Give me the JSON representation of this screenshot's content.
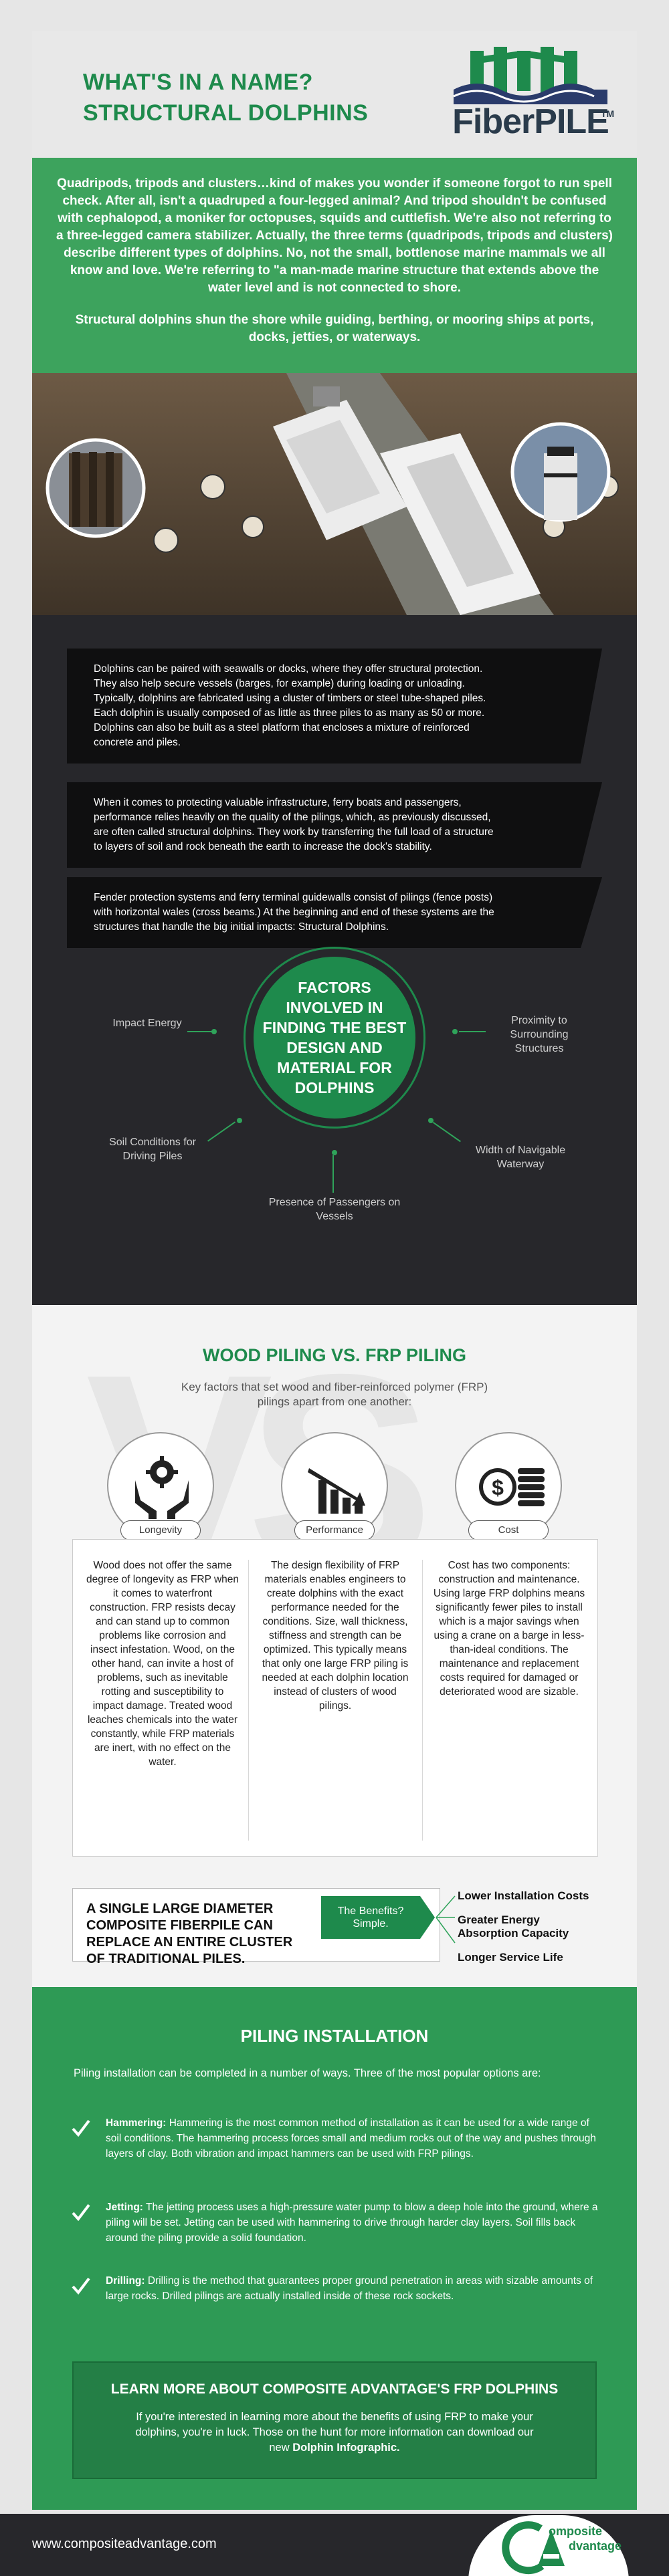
{
  "header": {
    "title_line1": "WHAT'S IN A NAME?",
    "title_line2": "STRUCTURAL DOLPHINS",
    "logo_text": "FiberPILE",
    "logo_tm": "TM"
  },
  "intro": {
    "p1": "Quadripods, tripods and clusters…kind of makes you wonder if someone forgot to run spell check. After all, isn't a quadruped a four-legged animal? And tripod shouldn't be confused with cephalopod, a moniker for octopuses, squids and cuttlefish. We're also not referring to a three-legged camera stabilizer. Actually, the three terms (quadripods, tripods and clusters) describe different types of dolphins. No, not the small, bottlenose marine mammals we all know and love. We're referring to \"a man-made marine structure that extends above the water level and is not connected to shore.",
    "p2": "Structural dolphins shun the shore while guiding, berthing, or mooring ships at ports, docks, jetties, or waterways."
  },
  "dark": {
    "box1": [
      "Dolphins can be paired with seawalls or docks, where they offer structural protection.",
      "They also help secure vessels (barges, for example) during loading or unloading.",
      "Typically, dolphins are fabricated using a cluster of timbers or steel  tube-shaped piles.",
      "Each dolphin is usually composed of as little as three piles to as many as 50 or more.",
      "Dolphins can also be built as a steel platform that encloses a mixture of reinforced",
      "concrete and piles."
    ],
    "box2": [
      "When it comes to protecting valuable infrastructure, ferry boats and passengers,",
      "performance relies heavily on the quality of the pilings, which, as previously discussed,",
      "are often called structural dolphins. They work by transferring the full load of a structure",
      "to layers of soil and rock beneath the earth to increase the dock's stability."
    ],
    "box3": [
      "Fender protection systems and ferry terminal guidewalls consist of pilings (fence posts)",
      "with horizontal wales (cross beams.)  At the beginning and end of these systems are the",
      "structures that handle the big initial impacts: Structural Dolphins."
    ],
    "factors_title": "FACTORS INVOLVED IN FINDING THE BEST DESIGN AND MATERIAL FOR DOLPHINS",
    "factors": {
      "impact": "Impact Energy",
      "proximity": "Proximity to Surrounding Structures",
      "soil": "Soil Conditions for Driving Piles",
      "width": "Width of Navigable Waterway",
      "passengers": "Presence of Passengers on Vessels"
    }
  },
  "wood": {
    "watermark": "VS",
    "title": "WOOD PILING VS. FRP PILING",
    "subtitle_line1": "Key factors that set wood and fiber-reinforced polymer (FRP)",
    "subtitle_line2": "pilings apart from one another:",
    "icons": [
      "Longevity",
      "Performance",
      "Cost"
    ],
    "cols": [
      "Wood does not offer the same degree of longevity as FRP when it comes to waterfront construction. FRP resists decay and can stand up to common problems like corrosion and insect infestation. Wood, on the other hand, can invite a host of problems, such as inevitable rotting and susceptibility to impact damage. Treated wood leaches chemicals into the water constantly, while FRP materials are inert, with no effect on the water.",
      "The design flexibility of FRP materials enables engineers to create dolphins with the exact performance needed for the conditions. Size, wall thickness, stiffness and strength can be optimized. This typically means that only one large FRP piling is needed at each dolphin location instead of clusters of wood pilings.",
      "Cost has two components: construction and maintenance. Using large FRP dolphins means significantly fewer piles to install which is a major savings when using a crane on a barge in less-than-ideal conditions. The maintenance and replacement costs required for damaged or deteriorated wood are sizable."
    ],
    "benefit_text_1": "A SINGLE LARGE DIAMETER",
    "benefit_text_2": "COMPOSITE FIBERPILE CAN",
    "benefit_text_3": "REPLACE AN ENTIRE CLUSTER",
    "benefit_text_4": "OF TRADITIONAL PILES.",
    "benefit_tag_1": "The Benefits?",
    "benefit_tag_2": "Simple.",
    "benefits": [
      "Lower Installation Costs",
      "Greater Energy",
      "Absorption Capacity",
      "Longer Service Life"
    ]
  },
  "install": {
    "title": "PILING INSTALLATION",
    "intro": "Piling installation can be completed in a number of ways. Three of the most popular options are:",
    "items": [
      {
        "label": "Hammering:",
        "text": " Hammering is the most common method of installation as it can be used for a wide range of soil conditions. The hammering process forces small and medium rocks out of the way and pushes through layers of clay. Both vibration and impact hammers can be used with FRP pilings."
      },
      {
        "label": "Jetting:",
        "text": " The jetting process uses a high-pressure water pump to blow a deep hole into the ground, where a piling will be set. Jetting can be used with hammering to drive through harder clay layers. Soil fills back around the piling provide a solid foundation."
      },
      {
        "label": "Drilling:",
        "text": " Drilling is the method that guarantees proper ground penetration in areas with sizable amounts of large rocks. Drilled pilings are actually installed inside of these rock sockets."
      }
    ],
    "learn_title": "LEARN MORE ABOUT COMPOSITE ADVANTAGE'S FRP DOLPHINS",
    "learn_text": "If you're interested in learning more about the benefits of using FRP to make your dolphins, you're in luck. Those on the hunt for more information can download our new ",
    "learn_link": "Dolphin Infographic."
  },
  "footer": {
    "url": "www.compositeadvantage.com",
    "brand_1": "omposite",
    "brand_2": "dvantage"
  },
  "colors": {
    "green": "#1e8a4c",
    "intro_green": "#3da35d",
    "dark": "#27272b"
  }
}
